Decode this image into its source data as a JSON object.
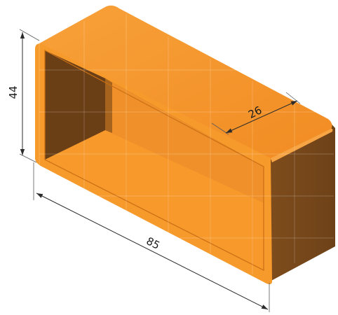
{
  "dimensions": {
    "height": "44",
    "depth": "26",
    "length": "85"
  },
  "colors": {
    "top_face": "#f59222",
    "front_rim": "#f79a2c",
    "right_face": "#7a4a1c",
    "inner_left_wall": "#6b3f16",
    "inner_back_wall": "#f08d25",
    "inner_floor": "#f7992b",
    "inner_ceiling": "#7b4a1b",
    "dimension_line": "#2b2b2b"
  }
}
